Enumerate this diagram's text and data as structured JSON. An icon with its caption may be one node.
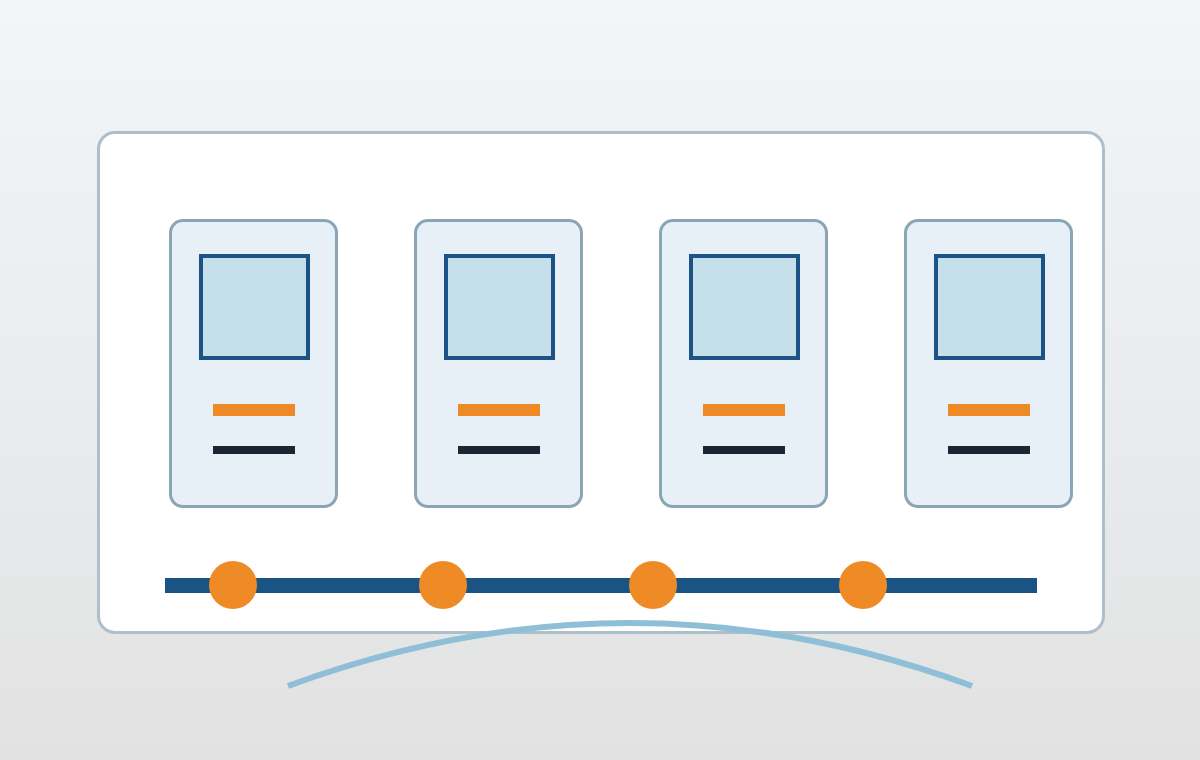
{
  "diagram": {
    "nodes": [
      {
        "text": [],
        "shape": "box"
      },
      {
        "text": [],
        "shape": "box",
        "in": 0
      },
      {
        "text": [],
        "shape": "box",
        "in": 0
      },
      {
        "text": [],
        "shape": "box",
        "in": 0
      },
      {
        "text": [],
        "shape": "box",
        "in": 0
      },
      {
        "text": [],
        "shape": "bar",
        "in": 0
      },
      {
        "text": [],
        "shape": "circle",
        "in": 0
      },
      {
        "text": [],
        "shape": "circle",
        "in": 0
      },
      {
        "text": [],
        "shape": "circle",
        "in": 0
      },
      {
        "text": [],
        "shape": "circle",
        "in": 0
      }
    ]
  }
}
